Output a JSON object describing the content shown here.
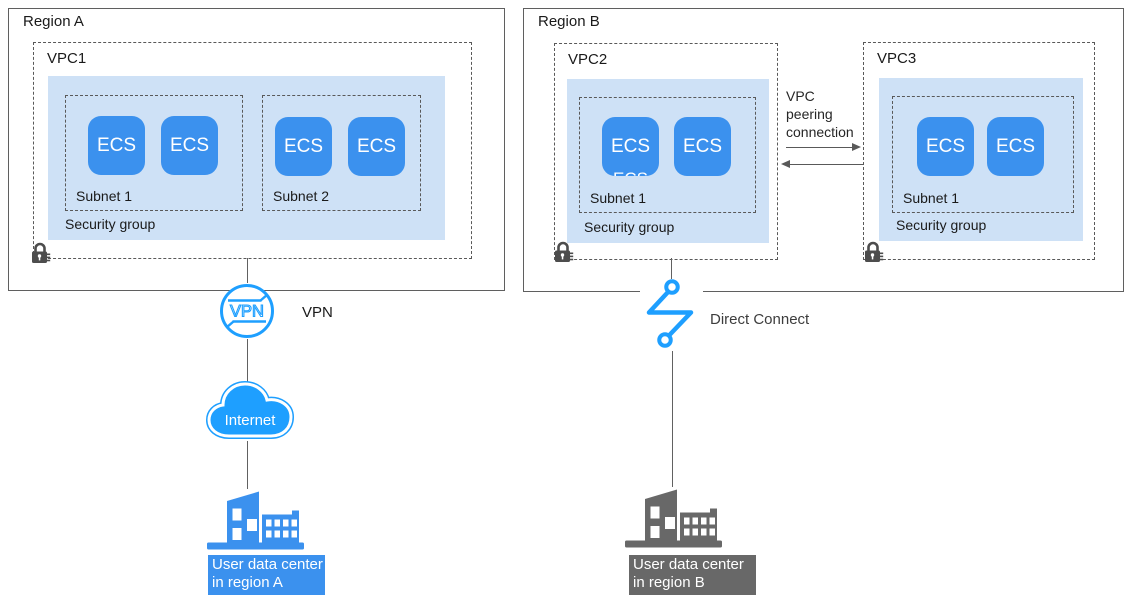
{
  "regions": [
    {
      "label": "Region A",
      "vpcs": [
        {
          "label": "VPC1",
          "security_group_label": "Security group",
          "subnets": [
            {
              "label": "Subnet 1",
              "ecs": [
                "ECS",
                "ECS"
              ]
            },
            {
              "label": "Subnet 2",
              "ecs": [
                "ECS",
                "ECS"
              ]
            }
          ]
        }
      ]
    },
    {
      "label": "Region B",
      "vpcs": [
        {
          "label": "VPC2",
          "security_group_label": "Security group",
          "subnets": [
            {
              "label": "Subnet 1",
              "ecs": [
                "ECS",
                "ECS"
              ]
            }
          ]
        },
        {
          "label": "VPC3",
          "security_group_label": "Security group",
          "subnets": [
            {
              "label": "Subnet 1",
              "ecs": [
                "ECS",
                "ECS"
              ]
            }
          ]
        }
      ]
    }
  ],
  "connectors": {
    "vpn": {
      "icon_text": "VPN",
      "label": "VPN"
    },
    "internet": {
      "label": "Internet"
    },
    "direct_connect": {
      "label": "Direct Connect"
    },
    "vpc_peering": {
      "label_lines": [
        "VPC",
        "peering",
        "connection"
      ]
    }
  },
  "data_centers": [
    {
      "lines": [
        "User data center",
        "in region A"
      ]
    },
    {
      "lines": [
        "User data center",
        "in region B"
      ]
    }
  ],
  "colors": {
    "ecs_blue": "#3B91EE",
    "security_group_fill": "#CEE1F6",
    "icon_blue": "#1E9FFF",
    "datacenter_gray": "#686868",
    "line_gray": "#616161",
    "lock_gray": "#4D4D4D"
  }
}
